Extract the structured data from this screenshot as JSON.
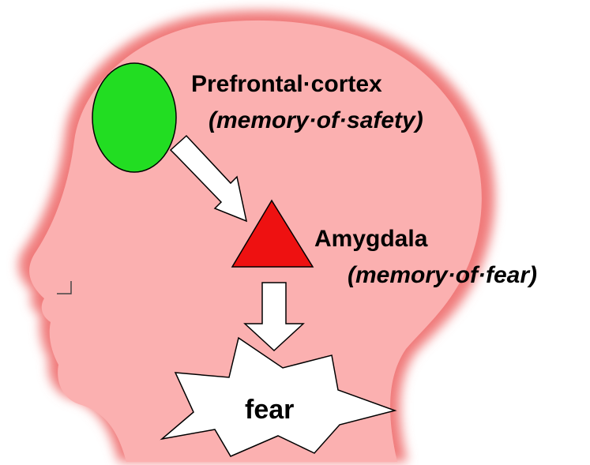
{
  "prefrontal": {
    "title": "Prefrontal·cortex",
    "subtitle": "(memory·of·safety)"
  },
  "amygdala": {
    "title": "Amygdala",
    "subtitle": "(memory·of·fear)"
  },
  "fear_label": "fear",
  "colors": {
    "background": "#ffffff",
    "head_fill": "#fbb0b0",
    "head_glow": "#f07a7a",
    "prefrontal": "#22dd22",
    "amygdala": "#ee1111",
    "arrow_fill": "#ffffff",
    "outline": "#000000"
  }
}
